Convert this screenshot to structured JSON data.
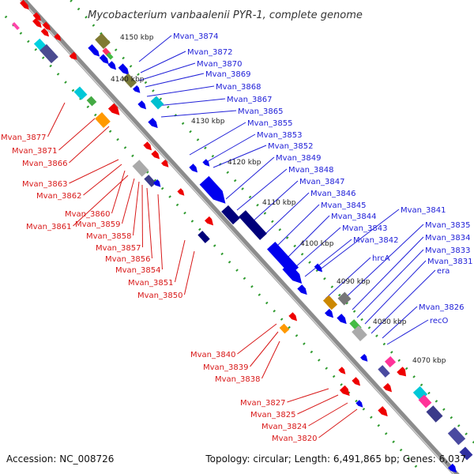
{
  "title": "Mycobacterium vanbaalenii PYR-1, complete genome",
  "footer": {
    "accession": "Accession: NC_008726",
    "summary": "Topology: circular; Length: 6,491,865 bp; Genes: 6,037"
  },
  "ticks": [
    "4150 kbp",
    "4140 kbp",
    "4130 kbp",
    "4120 kbp",
    "4110 kbp",
    "4100 kbp",
    "4090 kbp",
    "4080 kbp",
    "4070 kbp"
  ],
  "forward_labels": [
    "Mvan_3874",
    "Mvan_3872",
    "Mvan_3870",
    "Mvan_3869",
    "Mvan_3868",
    "Mvan_3867",
    "Mvan_3865",
    "Mvan_3855",
    "Mvan_3853",
    "Mvan_3852",
    "Mvan_3849",
    "Mvan_3848",
    "Mvan_3847",
    "Mvan_3846",
    "Mvan_3845",
    "Mvan_3844",
    "Mvan_3843",
    "Mvan_3842",
    "Mvan_3841",
    "hrcA",
    "Mvan_3835",
    "Mvan_3834",
    "Mvan_3833",
    "Mvan_3831",
    "era",
    "Mvan_3826",
    "recO"
  ],
  "reverse_labels": [
    "Mvan_3877",
    "Mvan_3871",
    "Mvan_3866",
    "Mvan_3863",
    "Mvan_3862",
    "Mvan_3860",
    "Mvan_3861",
    "Mvan_3859",
    "Mvan_3858",
    "Mvan_3857",
    "Mvan_3856",
    "Mvan_3854",
    "Mvan_3851",
    "Mvan_3850",
    "Mvan_3840",
    "Mvan_3839",
    "Mvan_3838",
    "Mvan_3827",
    "Mvan_3825",
    "Mvan_3824",
    "Mvan_3820"
  ],
  "colors": {
    "forward_gene": "#0000ee",
    "forward_gene_dark": "#00007a",
    "reverse_gene": "#ee0000",
    "backbone": "#8c8c8c",
    "guide_dots": "#2e9a2e",
    "forward_label": "#2020d8",
    "reverse_label": "#d81818"
  }
}
